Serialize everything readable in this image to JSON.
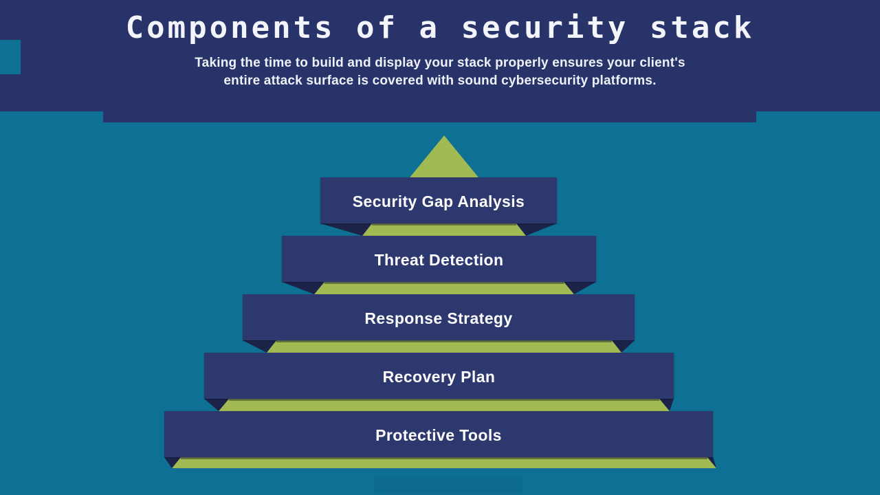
{
  "header": {
    "title": "Components of a security stack",
    "subtitle_line1": "Taking the time to build and display your stack properly ensures your client's",
    "subtitle_line2": "entire attack surface is covered with sound cybersecurity platforms."
  },
  "pyramid": {
    "levels": [
      {
        "label": "Security Gap Analysis"
      },
      {
        "label": "Threat Detection"
      },
      {
        "label": "Response Strategy"
      },
      {
        "label": "Recovery Plan"
      },
      {
        "label": "Protective Tools"
      }
    ]
  },
  "colors": {
    "navy": "#28336a",
    "navy-bar": "#2d386f",
    "navy-fold": "#1c2349",
    "teal": "#0e7093",
    "green": "#a2ba52",
    "text": "#f3f5fa"
  }
}
